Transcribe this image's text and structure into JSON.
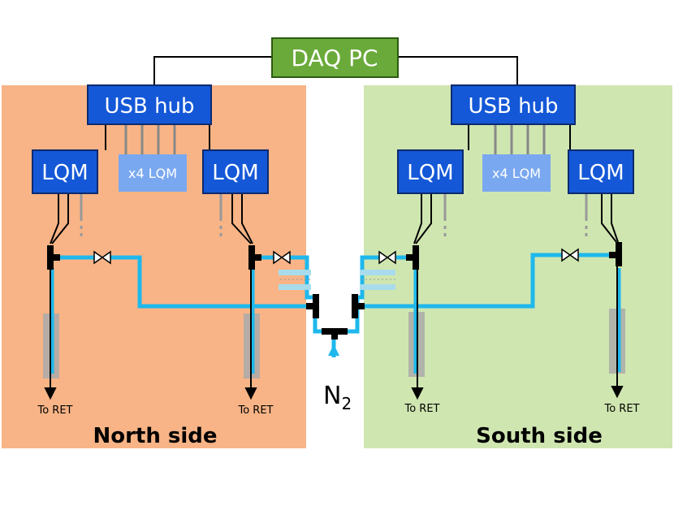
{
  "daq": {
    "label": "DAQ PC",
    "color": "#6aaa3a"
  },
  "sides": {
    "north": {
      "label": "North side",
      "background": "#f8b486"
    },
    "south": {
      "label": "South side",
      "background": "#cfe6b0"
    }
  },
  "usb_hub": {
    "label": "USB hub",
    "color": "#1458d8",
    "border": "#0d2a6e"
  },
  "lqm": {
    "label": "LQM",
    "color": "#1458d8"
  },
  "lqm_group": {
    "label": "x4 LQM",
    "color": "#7aa8f0"
  },
  "outlet": {
    "label": "To RET"
  },
  "gas": {
    "label": "N",
    "subscript": "2",
    "pipe_color": "#1eb8ec"
  },
  "chart_data": {
    "type": "diagram",
    "nodes": [
      "DAQ PC",
      "USB hub",
      "USB hub",
      "LQM",
      "LQM",
      "LQM",
      "LQM",
      "x4 LQM",
      "x4 LQM"
    ],
    "outlets": [
      "To RET",
      "To RET",
      "To RET",
      "To RET"
    ],
    "supply": "N2",
    "regions": [
      "North side",
      "South side"
    ]
  }
}
